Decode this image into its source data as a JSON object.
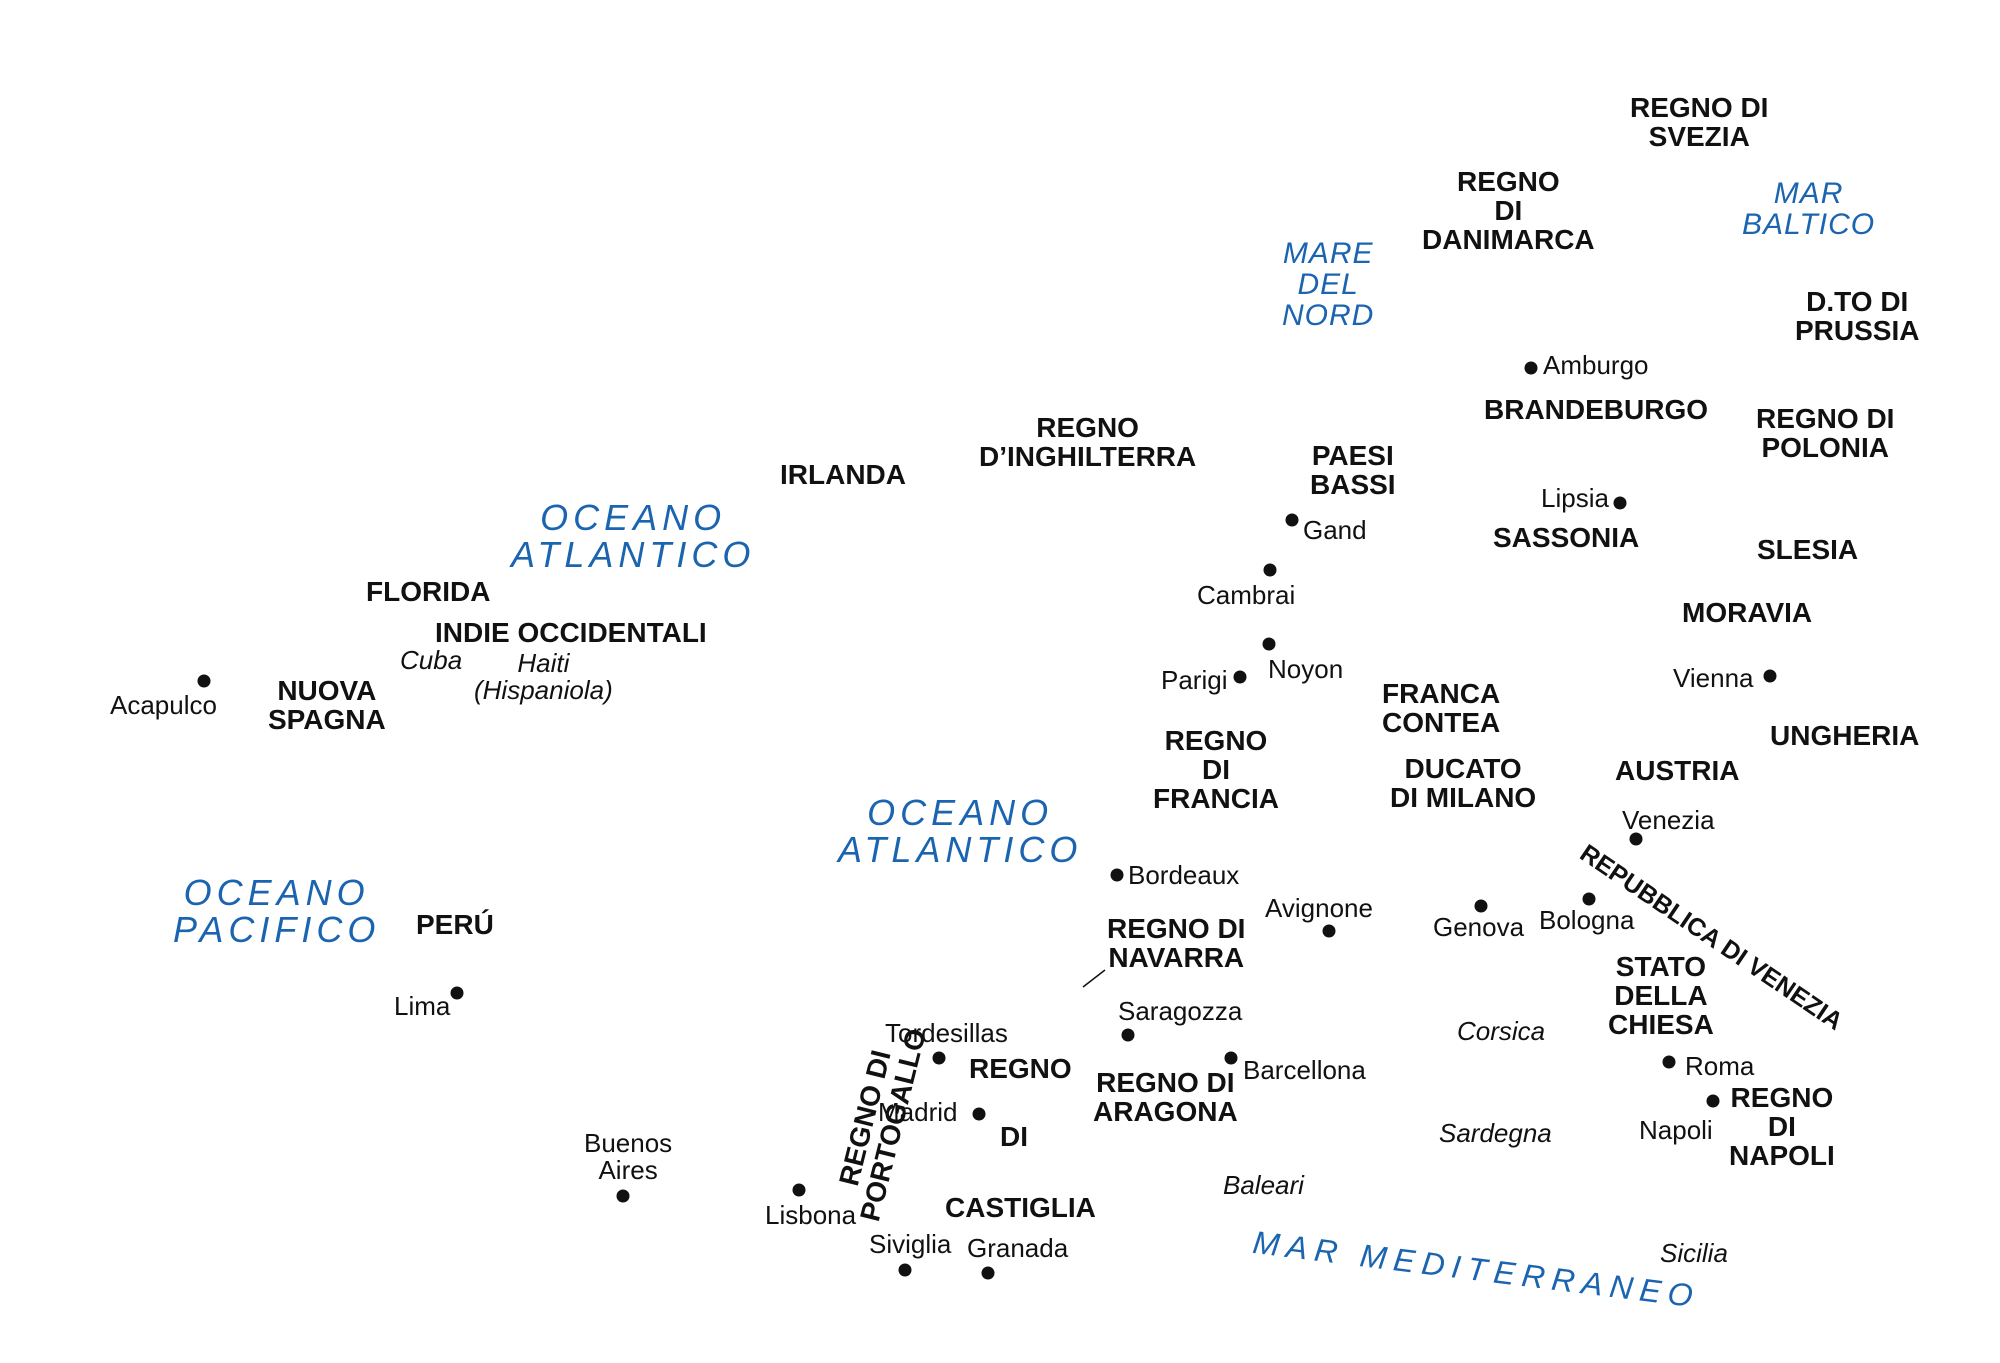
{
  "colors": {
    "water": "#1a64b0",
    "text": "#111111",
    "background": "#ffffff"
  },
  "states": {
    "regno_svezia": "REGNO DI\nSVEZIA",
    "regno_danimarca": "REGNO\nDI\nDANIMARCA",
    "prussia": "D.TO DI\nPRUSSIA",
    "brandeburgo": "BRANDEBURGO",
    "polonia": "REGNO DI\nPOLONIA",
    "inghilterra": "REGNO\nD’INGHILTERRA",
    "irlanda": "IRLANDA",
    "paesi_bassi": "PAESI\nBASSI",
    "sassonia": "SASSONIA",
    "slesia": "SLESIA",
    "moravia": "MORAVIA",
    "florida": "FLORIDA",
    "indie_occidentali": "INDIE OCCIDENTALI",
    "nuova_spagna": "NUOVA\nSPAGNA",
    "franca_contea": "FRANCA\nCONTEA",
    "ungheria": "UNGHERIA",
    "regno_francia": "REGNO\nDI\nFRANCIA",
    "ducato_milano": "DUCATO\nDI MILANO",
    "austria": "AUSTRIA",
    "repubblica_venezia": "REPUBBLICA DI VENEZIA",
    "peru": "PERÚ",
    "regno_navarra": "REGNO DI\nNAVARRA",
    "stato_chiesa": "STATO\nDELLA\nCHIESA",
    "regno_portogallo": "REGNO DI\nPORTOGALLO",
    "regno_castiglia_1": "REGNO",
    "regno_castiglia_2": "DI",
    "regno_castiglia_3": "CASTIGLIA",
    "regno_aragona": "REGNO DI\nARAGONA",
    "regno_napoli": "REGNO\nDI\nNAPOLI"
  },
  "cities": {
    "amburgo": "Amburgo",
    "lipsia": "Lipsia",
    "gand": "Gand",
    "cambrai": "Cambrai",
    "noyon": "Noyon",
    "parigi": "Parigi",
    "vienna": "Vienna",
    "acapulco": "Acapulco",
    "venezia": "Venezia",
    "bordeaux": "Bordeaux",
    "avignone": "Avignone",
    "genova": "Genova",
    "bologna": "Bologna",
    "lima": "Lima",
    "saragozza": "Saragozza",
    "tordesillas": "Tordesillas",
    "barcellona": "Barcellona",
    "roma": "Roma",
    "madrid": "Madrid",
    "napoli": "Napoli",
    "buenos_aires": "Buenos\nAires",
    "lisbona": "Lisbona",
    "siviglia": "Siviglia",
    "granada": "Granada"
  },
  "islands": {
    "cuba": "Cuba",
    "haiti": "Haiti\n(Hispaniola)",
    "corsica": "Corsica",
    "sardegna": "Sardegna",
    "baleari": "Baleari",
    "sicilia": "Sicilia"
  },
  "waters": {
    "mare_nord": "MARE\nDEL\nNORD",
    "mar_baltico": "MAR\nBALTICO",
    "oceano_atlantico_nord": "OCEANO\nATLANTICO",
    "oceano_atlantico_sud": "OCEANO\nATLANTICO",
    "oceano_pacifico": "OCEANO\nPACIFICO",
    "mar_mediterraneo": "MAR MEDITERRANEO"
  }
}
